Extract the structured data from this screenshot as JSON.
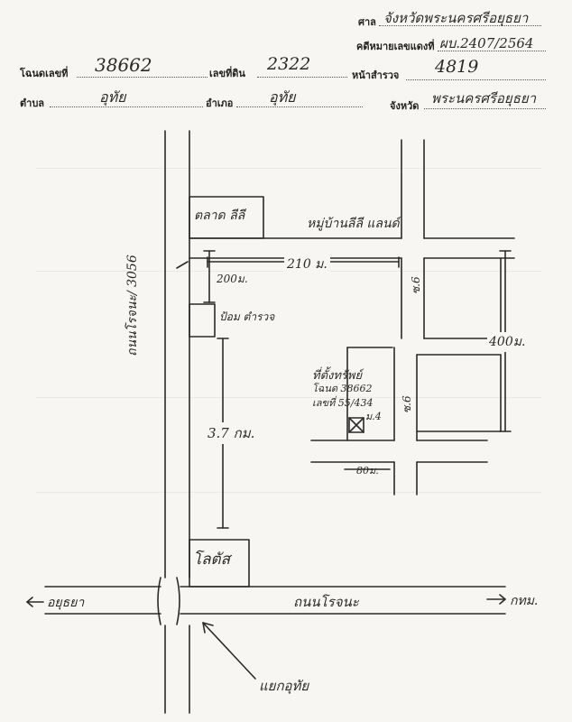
{
  "header": {
    "court_label": "ศาล",
    "court_value": "จังหวัดพระนครศรีอยุธยา",
    "case_no_label": "คดีหมายเลขแดงที่",
    "case_no_value": "ผบ.2407/2564",
    "deed_no_label": "โฉนดเลขที่",
    "deed_no_value": "38662",
    "land_no_label": "เลขที่ดิน",
    "land_no_value": "2322",
    "survey_page_label": "หน้าสำรวจ",
    "survey_page_value": "4819",
    "subdistrict_label": "ตำบล",
    "subdistrict_value": "อุทัย",
    "district_label": "อำเภอ",
    "district_value": "อุทัย",
    "province_label": "จังหวัด",
    "province_value": "พระนครศรีอยุธยา"
  },
  "map": {
    "market": "ตลาด ลีลี",
    "village": "หมู่บ้านลีลี แลนด์",
    "road_3056": "ถนนโรจนะ/ 3056",
    "dist_210": "210 ม.",
    "dist_200": "200ม.",
    "police_box": "ป้อม ตำรวจ",
    "dist_3_7": "3.7 กม.",
    "soi_6_top": "ซ.6",
    "dist_400": "400ม.",
    "property_line1": "ที่ตั้งทรัพย์",
    "property_line2": "โฉนด 38662",
    "property_line3": "เลขที่ 55/434",
    "property_line4": "ม.4",
    "soi_6_mid": "ซ.6",
    "dist_80": "80ม.",
    "lotus": "โลตัส",
    "to_ayutthaya": "อยุธยา",
    "road_rojana": "ถนนโรจนะ",
    "to_bangkok": "กทม.",
    "uthai_junction": "แยกอุทัย"
  }
}
